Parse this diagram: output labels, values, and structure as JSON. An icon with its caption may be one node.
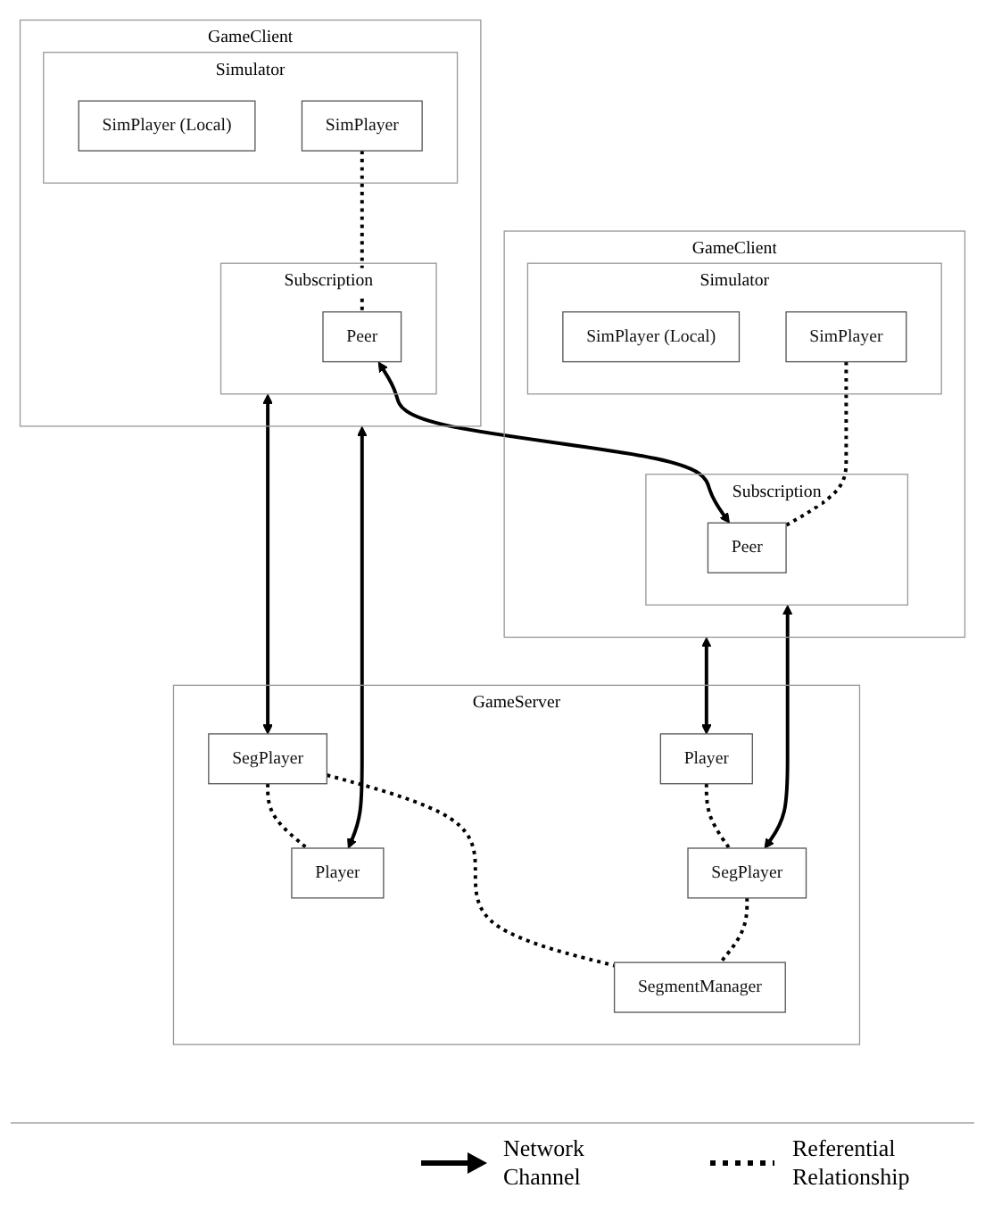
{
  "diagram": {
    "nodes": [
      {
        "text": [
          "GameClient"
        ]
      },
      {
        "text": [
          "Simulator"
        ],
        "in": 0
      },
      {
        "text": [
          "SimPlayer (Local)"
        ],
        "in": 1
      },
      {
        "text": [
          "SimPlayer"
        ],
        "in": 1
      },
      {
        "text": [
          "Subscription"
        ],
        "in": 0
      },
      {
        "text": [
          "Peer"
        ],
        "in": 4
      },
      {
        "text": [
          "GameClient"
        ]
      },
      {
        "text": [
          "Simulator"
        ],
        "in": 6
      },
      {
        "text": [
          "SimPlayer (Local)"
        ],
        "in": 7
      },
      {
        "text": [
          "SimPlayer"
        ],
        "in": 7
      },
      {
        "text": [
          "Subscription"
        ],
        "in": 6
      },
      {
        "text": [
          "Peer"
        ],
        "in": 10
      },
      {
        "text": [
          "GameServer"
        ]
      },
      {
        "text": [
          "SegPlayer"
        ],
        "in": 12
      },
      {
        "text": [
          "Player"
        ],
        "in": 12
      },
      {
        "text": [
          "Player"
        ],
        "in": 12
      },
      {
        "text": [
          "SegPlayer"
        ],
        "in": 12
      },
      {
        "text": [
          "SegmentManager"
        ],
        "in": 12
      }
    ],
    "edges": [
      {
        "from": 3,
        "to": 5,
        "arrow": "none",
        "style": "dashed"
      },
      {
        "from": 5,
        "to": 11,
        "arrow": "both"
      },
      {
        "from": 9,
        "to": 11,
        "arrow": "none",
        "style": "dashed"
      },
      {
        "from": 4,
        "to": 13,
        "arrow": "both"
      },
      {
        "from": 0,
        "to": 14,
        "arrow": "both"
      },
      {
        "from": 6,
        "to": 15,
        "arrow": "both"
      },
      {
        "from": 10,
        "to": 16,
        "arrow": "both"
      },
      {
        "from": 13,
        "to": 14,
        "arrow": "none",
        "style": "dashed"
      },
      {
        "from": 15,
        "to": 16,
        "arrow": "none",
        "style": "dashed"
      },
      {
        "from": 13,
        "to": 17,
        "arrow": "none",
        "style": "dashed"
      },
      {
        "from": 16,
        "to": 17,
        "arrow": "none",
        "style": "dashed"
      }
    ],
    "legend": [
      {
        "text": "Network Channel"
      },
      {
        "text": "Referential Relationship"
      }
    ]
  }
}
